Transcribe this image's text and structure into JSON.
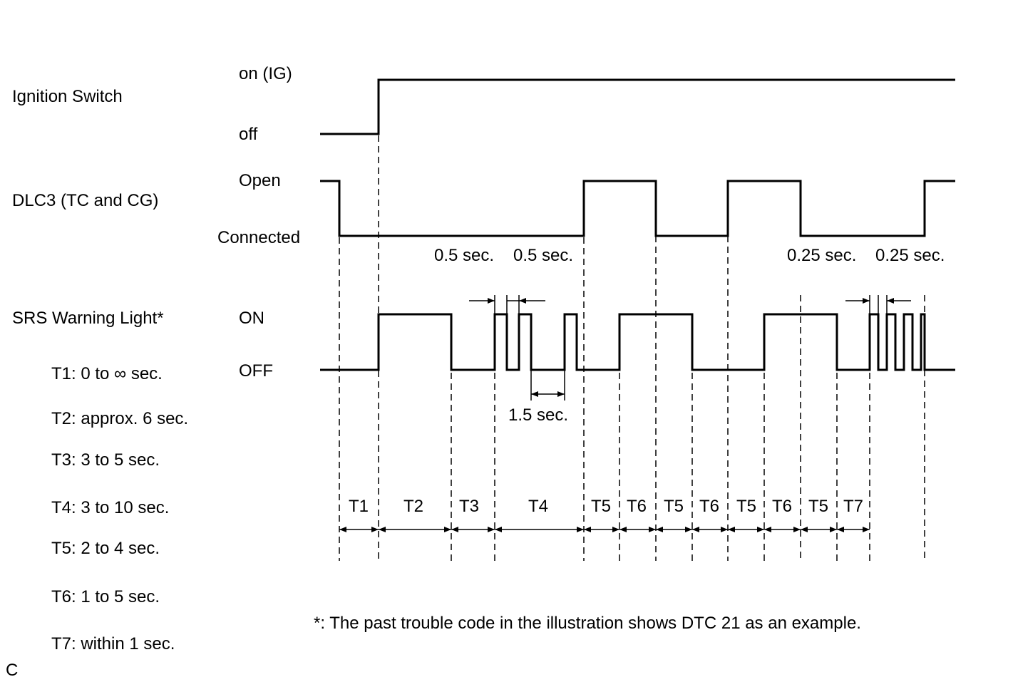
{
  "signals": {
    "ignition": {
      "name": "Ignition Switch",
      "high": "on (IG)",
      "low": "off"
    },
    "dlc3": {
      "name": "DLC3 (TC and CG)",
      "high": "Open",
      "low": "Connected"
    },
    "srs": {
      "name": "SRS Warning Light*",
      "high": "ON",
      "low": "OFF"
    }
  },
  "legend": [
    "T1: 0 to ∞ sec.",
    "T2: approx. 6 sec.",
    "T3: 3 to 5 sec.",
    "T4: 3 to 10 sec.",
    "T5: 2 to 4 sec.",
    "T6: 1 to 5 sec.",
    "T7: within 1 sec."
  ],
  "timing_notes": {
    "half_sec_a": "0.5 sec.",
    "half_sec_b": "0.5 sec.",
    "quarter_sec_a": "0.25 sec.",
    "quarter_sec_b": "0.25 sec.",
    "gap": "1.5 sec."
  },
  "intervals": [
    "T1",
    "T2",
    "T3",
    "T4",
    "T5",
    "T6",
    "T5",
    "T6",
    "T5",
    "T6",
    "T5",
    "T7"
  ],
  "footnote": "*: The past trouble code in the illustration shows DTC 21 as an example.",
  "corner_mark": "C"
}
